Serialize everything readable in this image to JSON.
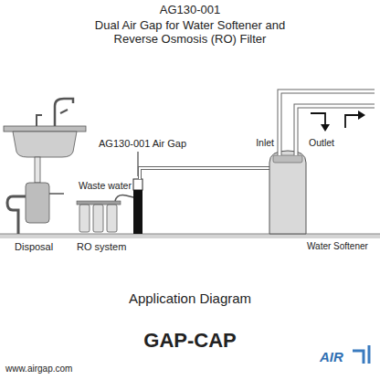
{
  "diagram": {
    "title": "AG130-001",
    "caption": "Application Diagram",
    "labels": [
      "Dual Air Gap for Water Softener and Reverse Osmosis (RO) Filter",
      "AG130-001 Air Gap",
      "Waste water",
      "Disposal",
      "RO system",
      "Water Softener",
      "Inlet",
      "Outlet",
      "GAP-CAP",
      "www.airgap.com",
      "AIR"
    ]
  }
}
